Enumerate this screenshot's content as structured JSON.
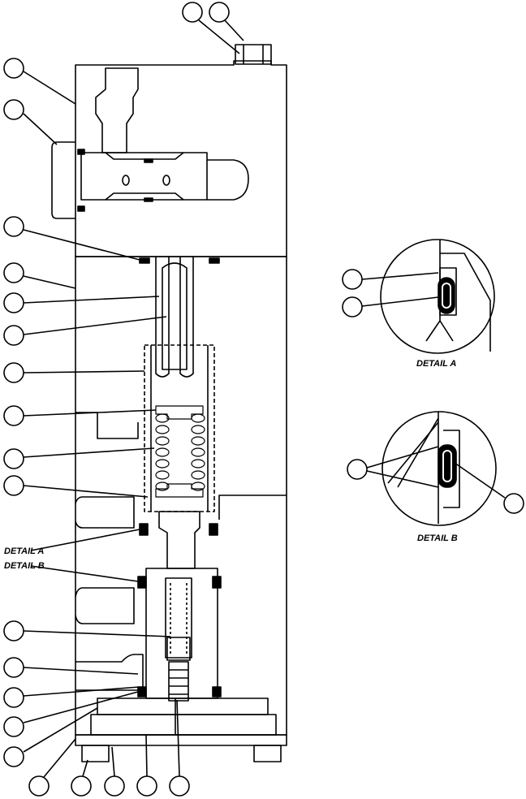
{
  "labels": {
    "detail_a_callout": "DETAIL A",
    "detail_b_callout": "DETAIL B",
    "detail_a_caption": "DETAIL A",
    "detail_b_caption": "DETAIL B"
  },
  "colors": {
    "line": "#000000",
    "background": "#ffffff"
  }
}
